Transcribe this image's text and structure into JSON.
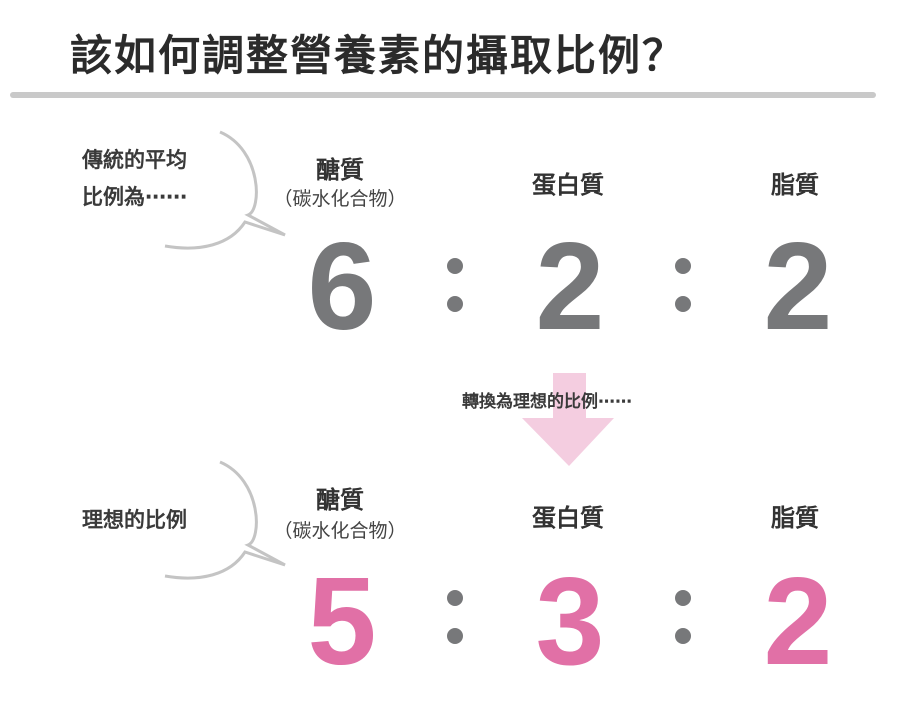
{
  "title": "該如何調整營養素的攝取比例？",
  "colors": {
    "traditional": "#77787a",
    "ideal": "#e170a6",
    "arrow": "#f4cde0",
    "rule": "#c9c9c9"
  },
  "traditional": {
    "bubble_lines": [
      "傳統的平均",
      "比例為⋯⋯"
    ],
    "nutrients": [
      {
        "label": "醣質",
        "sub": "（碳水化合物）",
        "value": "6"
      },
      {
        "label": "蛋白質",
        "value": "2"
      },
      {
        "label": "脂質",
        "value": "2"
      }
    ]
  },
  "transition": {
    "label": "轉換為理想的比例⋯⋯",
    "icon": "down-arrow-icon"
  },
  "ideal": {
    "bubble_lines": [
      "理想的比例"
    ],
    "nutrients": [
      {
        "label": "醣質",
        "sub": "（碳水化合物）",
        "value": "5"
      },
      {
        "label": "蛋白質",
        "value": "3"
      },
      {
        "label": "脂質",
        "value": "2"
      }
    ]
  }
}
